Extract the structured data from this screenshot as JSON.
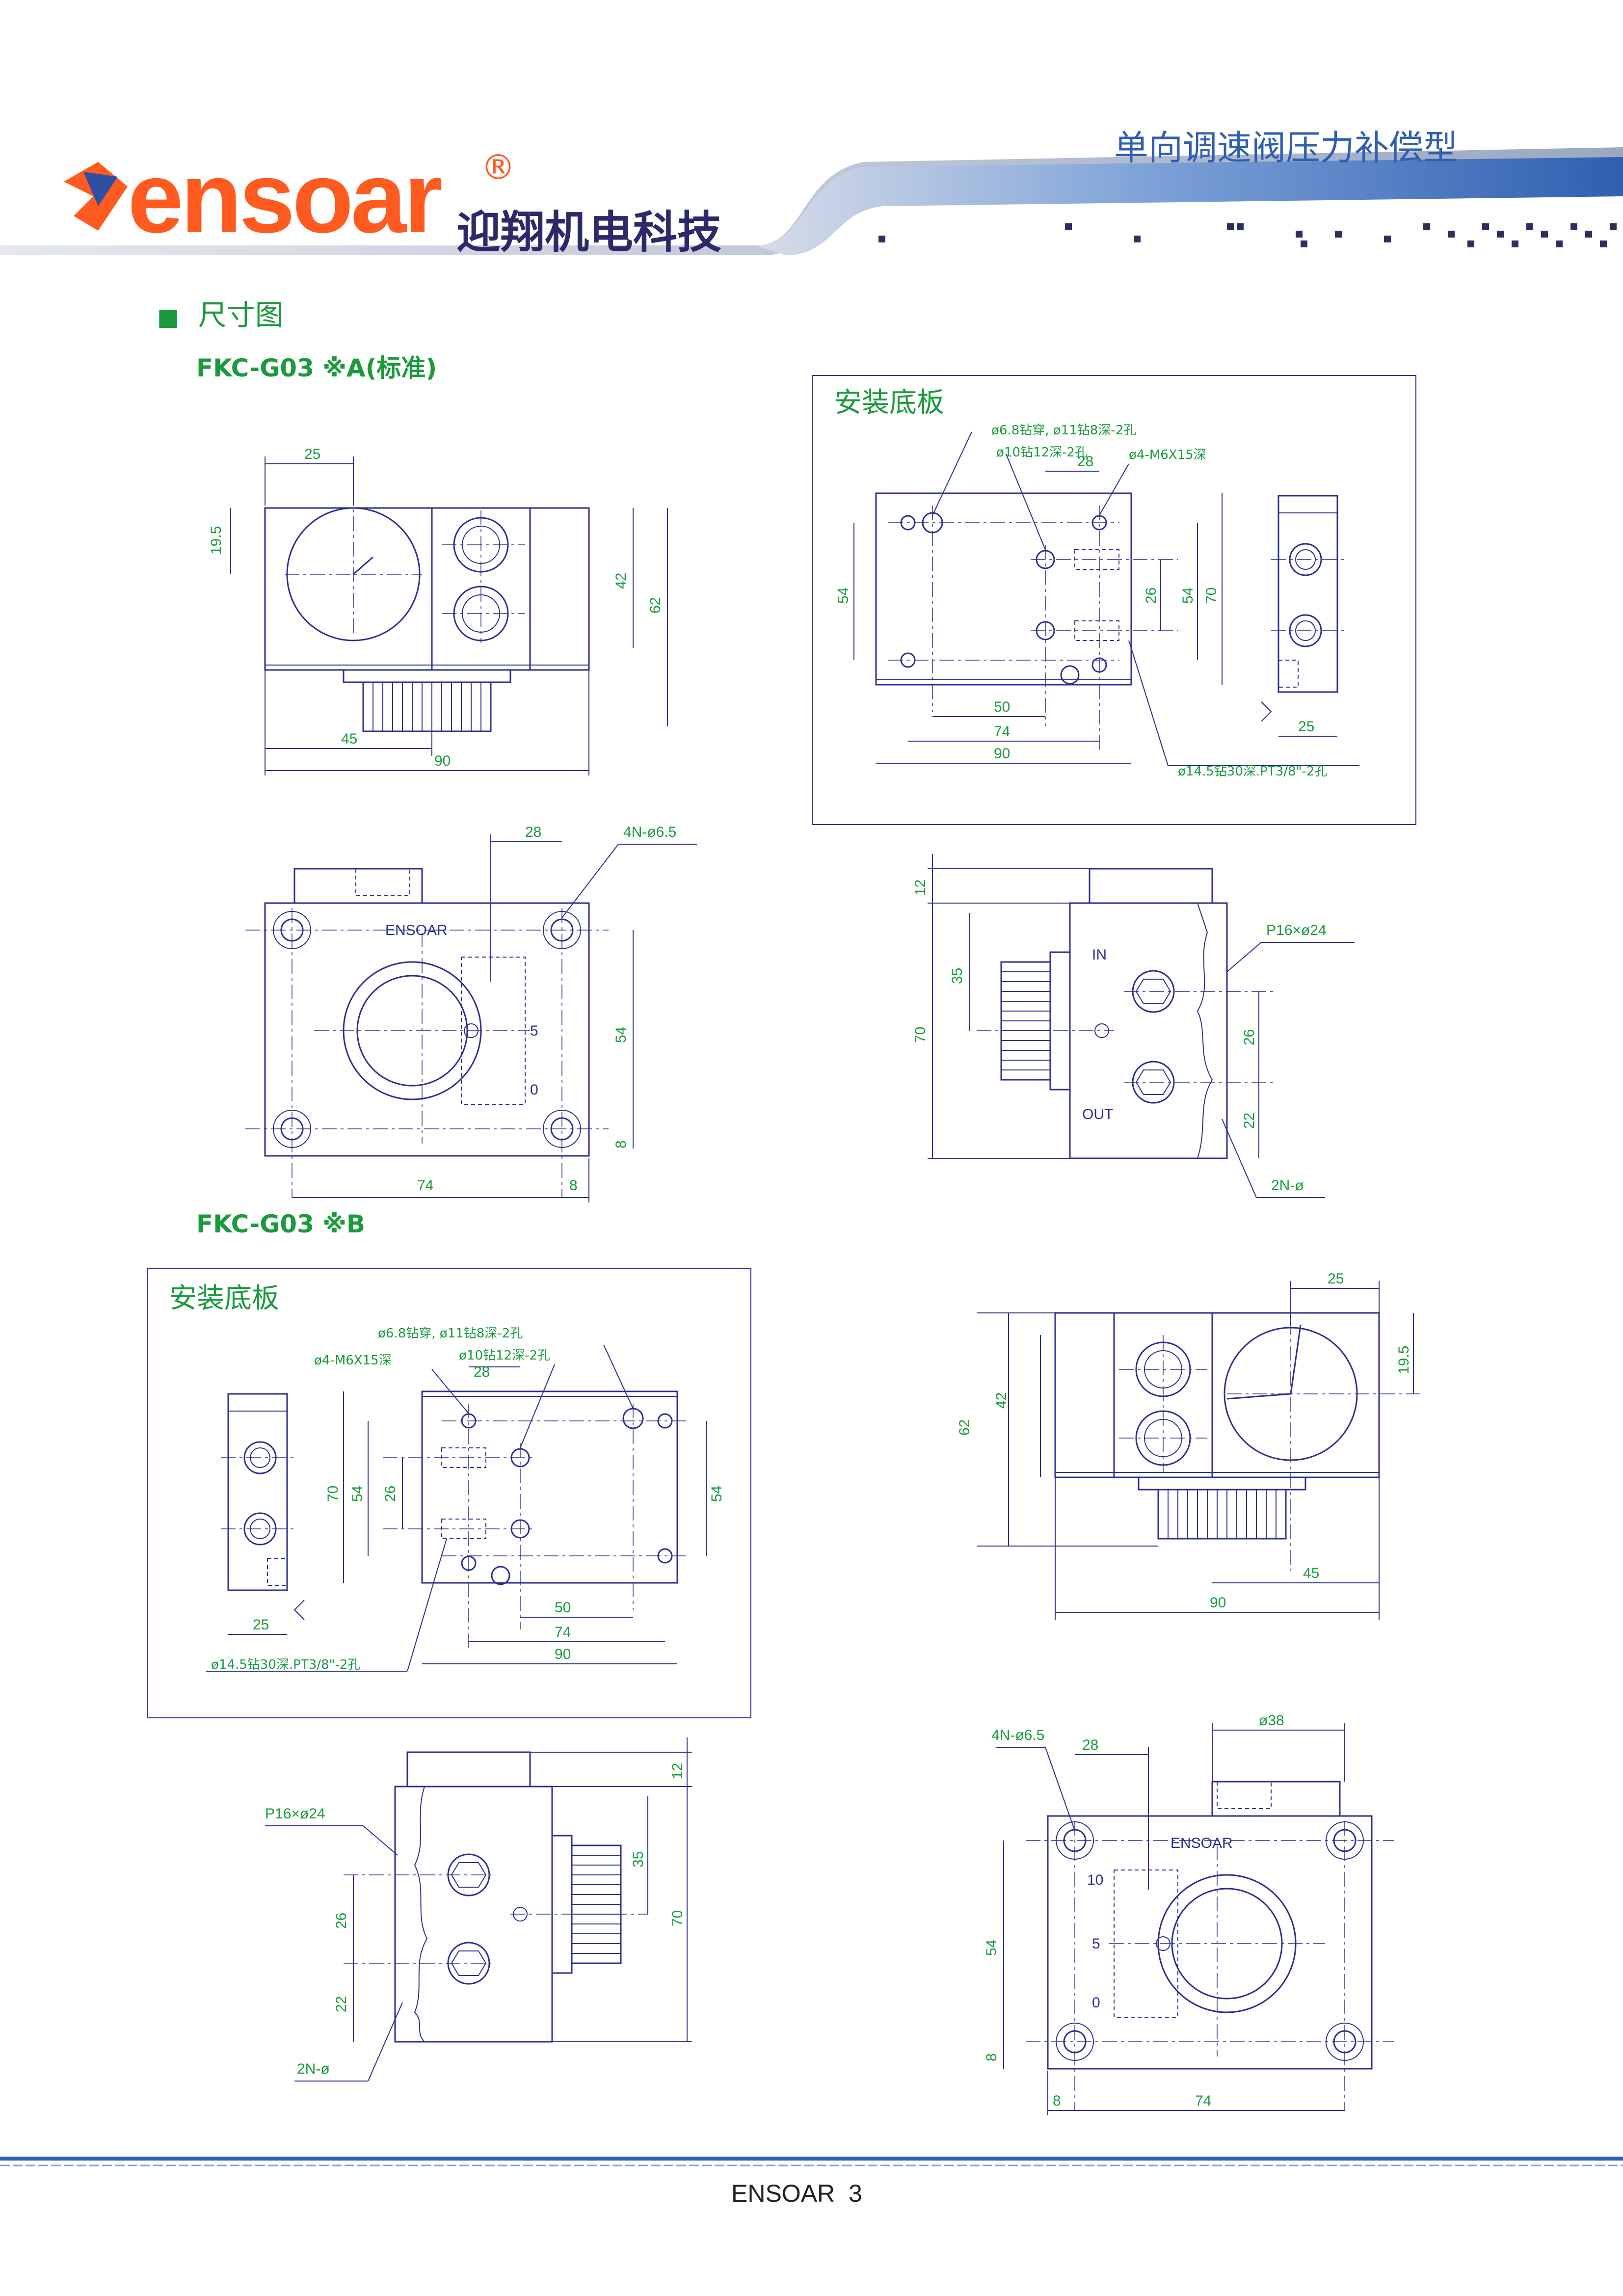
{
  "header": {
    "brand": "ensoar",
    "registered": "®",
    "company": "迎翔机电科技",
    "product_title": "单向调速阀压力补偿型"
  },
  "section": {
    "marker": "■",
    "title": "尺寸图"
  },
  "model_a": {
    "label": "FKC-G03 ※A(标准)",
    "plate_title": "安装底板",
    "top_view_dims": [
      "25",
      "19.5",
      "42",
      "62",
      "45",
      "90"
    ],
    "plate_notes": [
      "ø6.8钻穿, ø11钻8深-2孔",
      "ø10钻12深-2孔",
      "ø4-M6X15深",
      "ø14.5钻30深.PT3/8\"-2孔"
    ],
    "plate_dims": [
      "28",
      "54",
      "26",
      "54",
      "70",
      "50",
      "74",
      "90",
      "25"
    ],
    "front_view_dims": [
      "28",
      "4N-ø6.5",
      "54",
      "8",
      "74",
      "8"
    ],
    "front_view_labels": [
      "ENSOAR",
      "5",
      "0"
    ],
    "side_view_dims": [
      "12",
      "35",
      "70",
      "26",
      "22",
      "P16×ø24",
      "2N-ø"
    ],
    "side_view_labels": [
      "IN",
      "OUT"
    ]
  },
  "model_b": {
    "label": "FKC-G03 ※B",
    "plate_title": "安装底板",
    "plate_notes": [
      "ø6.8钻穿, ø11钻8深-2孔",
      "ø4-M6X15深",
      "ø10钻12深-2孔",
      "ø14.5钻30深.PT3/8\"-2孔"
    ],
    "plate_dims": [
      "28",
      "70",
      "54",
      "26",
      "54",
      "25",
      "50",
      "74",
      "90"
    ],
    "top_view_dims": [
      "25",
      "19.5",
      "62",
      "42",
      "45",
      "90"
    ],
    "side_view_dims": [
      "12",
      "P16×ø24",
      "35",
      "70",
      "26",
      "22",
      "2N-ø"
    ],
    "front_view_dims": [
      "4N-ø6.5",
      "28",
      "ø38",
      "54",
      "8",
      "8",
      "74"
    ],
    "front_view_labels": [
      "ENSOAR",
      "10",
      "5",
      "0"
    ]
  },
  "footer": {
    "text": "ENSOAR  3"
  },
  "colors": {
    "drawing": "#2a2f8f",
    "dimension": "#1a9a3c",
    "brand": "#ff5a1f",
    "header_blue": "#2f5fb0"
  }
}
